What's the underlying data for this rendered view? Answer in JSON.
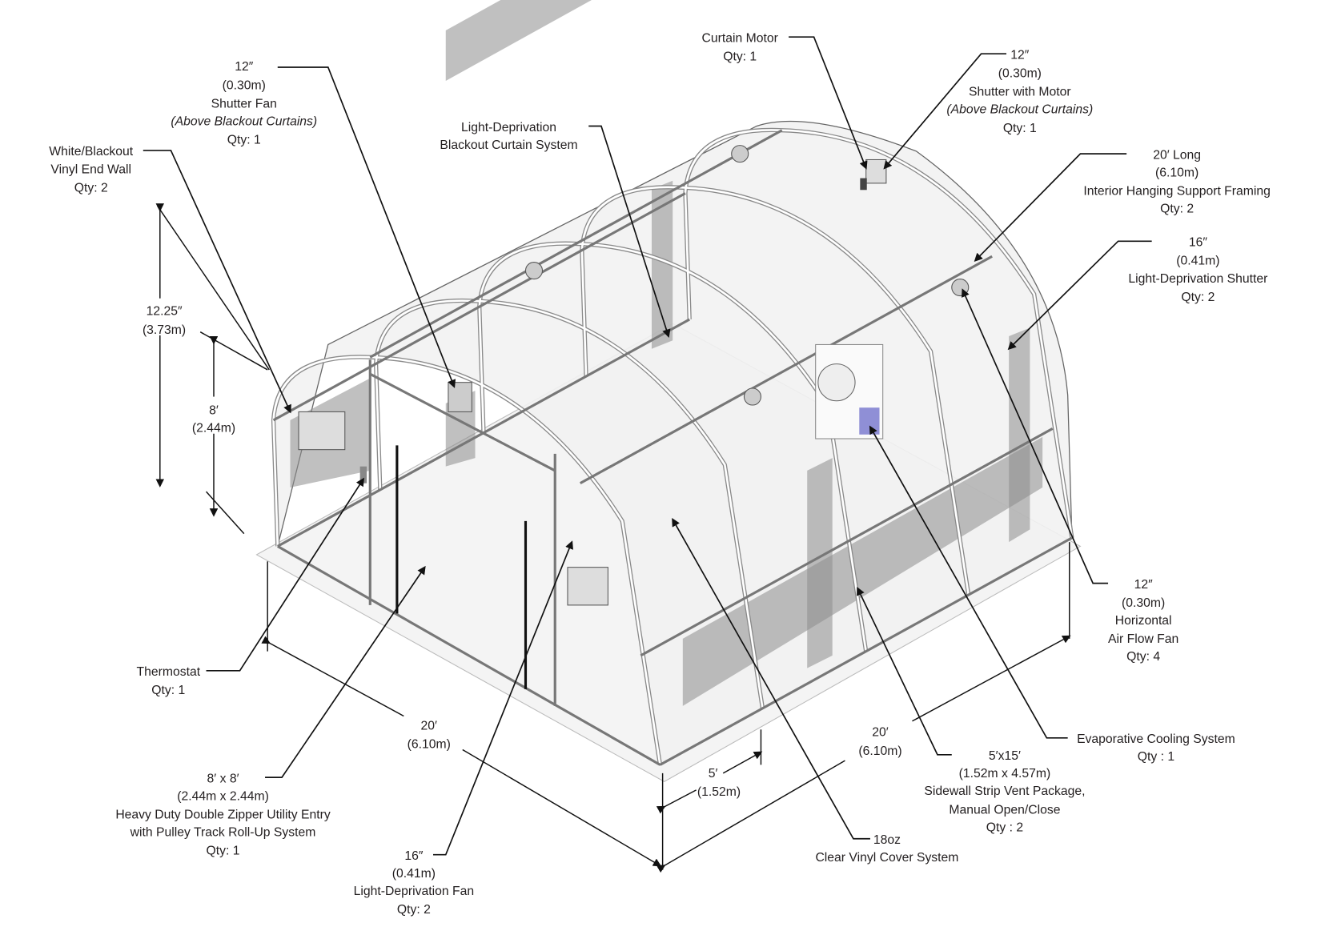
{
  "labels": {
    "curtain_motor": [
      "Curtain Motor",
      "Qty: 1"
    ],
    "shutter_with_motor": [
      "12″",
      "(0.30m)",
      "Shutter with Motor",
      "(Above Blackout Curtains)",
      "Qty: 1"
    ],
    "shutter_fan": [
      "12″",
      "(0.30m)",
      "Shutter Fan",
      "(Above Blackout Curtains)",
      "Qty: 1"
    ],
    "blackout_curtain": [
      "Light-Deprivation",
      "Blackout Curtain System"
    ],
    "end_wall": [
      "White/Blackout",
      "Vinyl End Wall",
      "Qty: 2"
    ],
    "support_framing": [
      "20′ Long",
      "(6.10m)",
      "Interior Hanging Support Framing",
      "Qty: 2"
    ],
    "ld_shutter": [
      "16″",
      "(0.41m)",
      "Light-Deprivation Shutter",
      "Qty: 2"
    ],
    "height_total": [
      "12.25″",
      "(3.73m)"
    ],
    "height_side": [
      "8′",
      "(2.44m)"
    ],
    "haf_fan": [
      "12″",
      "(0.30m)",
      "Horizontal",
      "Air Flow Fan",
      "Qty: 4"
    ],
    "thermostat": [
      "Thermostat",
      "Qty: 1"
    ],
    "width_front": [
      "20′",
      "(6.10m)"
    ],
    "entry": [
      "8′ x 8′",
      "(2.44m x 2.44m)",
      "Heavy Duty Double Zipper Utility Entry",
      "with Pulley Track Roll-Up System",
      "Qty: 1"
    ],
    "length_side": [
      "20′",
      "(6.10m)"
    ],
    "hoop_spacing": [
      "5′",
      "(1.52m)"
    ],
    "evap_cooling": [
      "Evaporative Cooling System",
      "Qty : 1"
    ],
    "strip_vent": [
      "5′x15′",
      "(1.52m x 4.57m)",
      "Sidewall Strip Vent Package,",
      "Manual Open/Close",
      "Qty : 2"
    ],
    "vinyl_cover": [
      "18oz",
      "Clear Vinyl Cover System"
    ],
    "ld_fan": [
      "16″",
      "(0.41m)",
      "Light-Deprivation Fan",
      "Qty: 2"
    ]
  },
  "colors": {
    "line": "#111111",
    "frame": "#8a8a8a",
    "curtain": "#8c8c8c",
    "cooler_pad": "#8f8fd6"
  }
}
